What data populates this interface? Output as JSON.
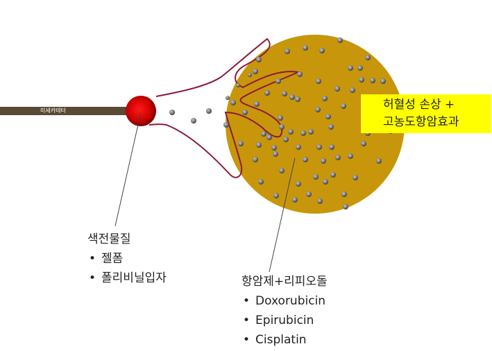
{
  "catheter": {
    "label": "미세카테터"
  },
  "embolic": {
    "title": "색전물질",
    "items": [
      "젤폼",
      "폴리비닐입자"
    ]
  },
  "drug": {
    "title": "항암제+리피오돌",
    "items": [
      "Doxorubicin",
      "Epirubicin",
      "Cisplatin"
    ]
  },
  "effect": {
    "line1": "허혈성 손상 +",
    "line2": "고농도항암효과"
  },
  "colors": {
    "tumor": "#c8960a",
    "vessel": "#8b1a3a",
    "catheter": "#5a4a35",
    "embolic_particle": "#cc0000",
    "callout": "#ffff00",
    "droplet": "#808080"
  }
}
